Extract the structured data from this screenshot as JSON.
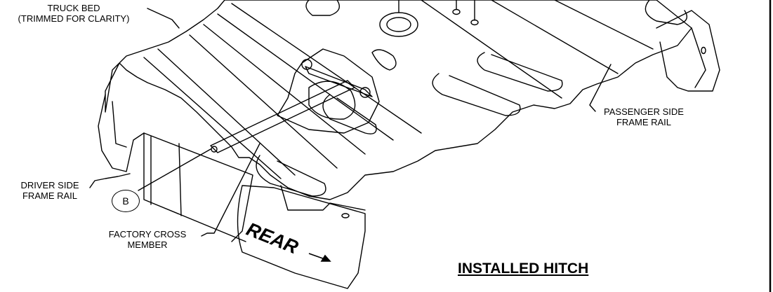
{
  "labels": {
    "truck_bed_line1": "TRUCK BED",
    "truck_bed_line2": "(TRIMMED FOR CLARITY)",
    "passenger_line1": "PASSENGER SIDE",
    "passenger_line2": "FRAME RAIL",
    "driver_line1": "DRIVER SIDE",
    "driver_line2": "FRAME RAIL",
    "cross_line1": "FACTORY CROSS",
    "cross_line2": "MEMBER",
    "balloon": "B",
    "rear": "REAR",
    "title": "INSTALLED HITCH"
  }
}
